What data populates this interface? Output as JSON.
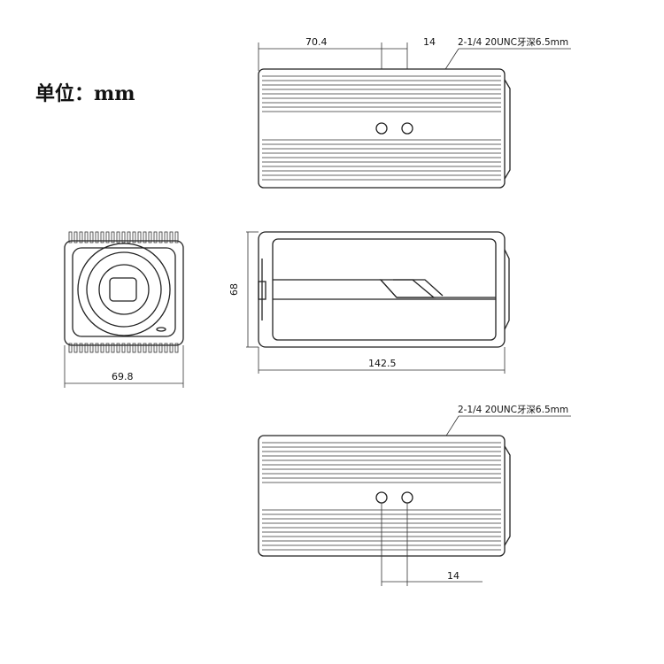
{
  "unit_label": "单位：mm",
  "top_view": {
    "dim_left": "70.4",
    "dim_right": "14",
    "thread_note": "2-1/4 20UNC牙深6.5mm"
  },
  "front_view": {
    "width_dim": "69.8"
  },
  "side_view": {
    "height_dim": "68",
    "length_dim": "142.5"
  },
  "bottom_view": {
    "thread_note": "2-1/4 20UNC牙深6.5mm",
    "spacing_dim": "14"
  }
}
